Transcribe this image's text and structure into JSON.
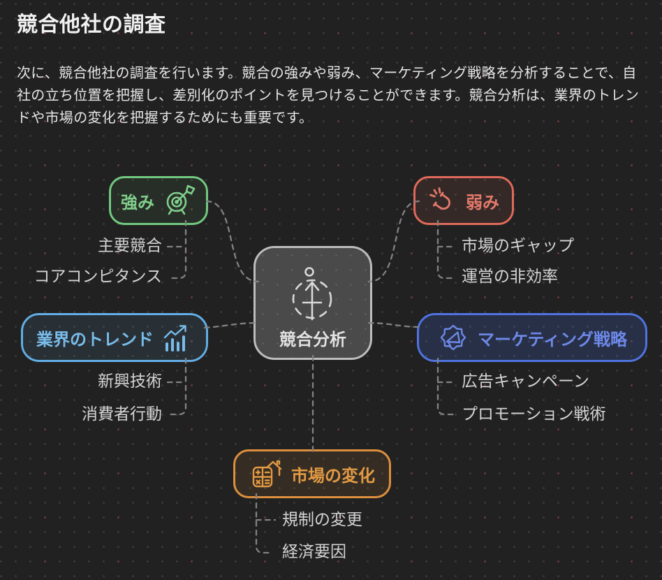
{
  "page": {
    "title": "競合他社の調査",
    "paragraph": "次に、競合他社の調査を行います。競合の強みや弱み、マーケティング戦略を分析することで、自社の立ち位置を把握し、差別化のポイントを見つけることができます。競合分析は、業界のトレンドや市場の変化を把握するためにも重要です。"
  },
  "diagram": {
    "center": {
      "label": "競合分析",
      "icon": "growth-arrow-icon"
    },
    "branches": [
      {
        "id": "strengths",
        "label": "強み",
        "icon": "dart-target-icon",
        "color": "#72c97f",
        "children": [
          "主要競合",
          "コアコンピタンス"
        ]
      },
      {
        "id": "weaknesses",
        "label": "弱み",
        "icon": "magnet-icon",
        "color": "#df6a5a",
        "children": [
          "市場のギャップ",
          "運営の非効率"
        ]
      },
      {
        "id": "industry-trends",
        "label": "業界のトレンド",
        "icon": "trend-chart-icon",
        "color": "#62aee5",
        "children": [
          "新興技術",
          "消費者行動"
        ]
      },
      {
        "id": "marketing-strategy",
        "label": "マーケティング戦略",
        "icon": "megaphone-burst-icon",
        "color": "#4f74e0",
        "children": [
          "広告キャンペーン",
          "プロモーション戦術"
        ]
      },
      {
        "id": "market-changes",
        "label": "市場の変化",
        "icon": "house-calculator-icon",
        "color": "#dd8f3d",
        "children": [
          "規制の変更",
          "経済要因"
        ]
      }
    ],
    "colors": {
      "background": "#212121",
      "grid_dot": "#3b3b3b",
      "connector": "#828282",
      "center_fill": "#4a4a4a",
      "center_border": "#bdbdbd",
      "leaf_text": "#d4d4d4"
    }
  }
}
